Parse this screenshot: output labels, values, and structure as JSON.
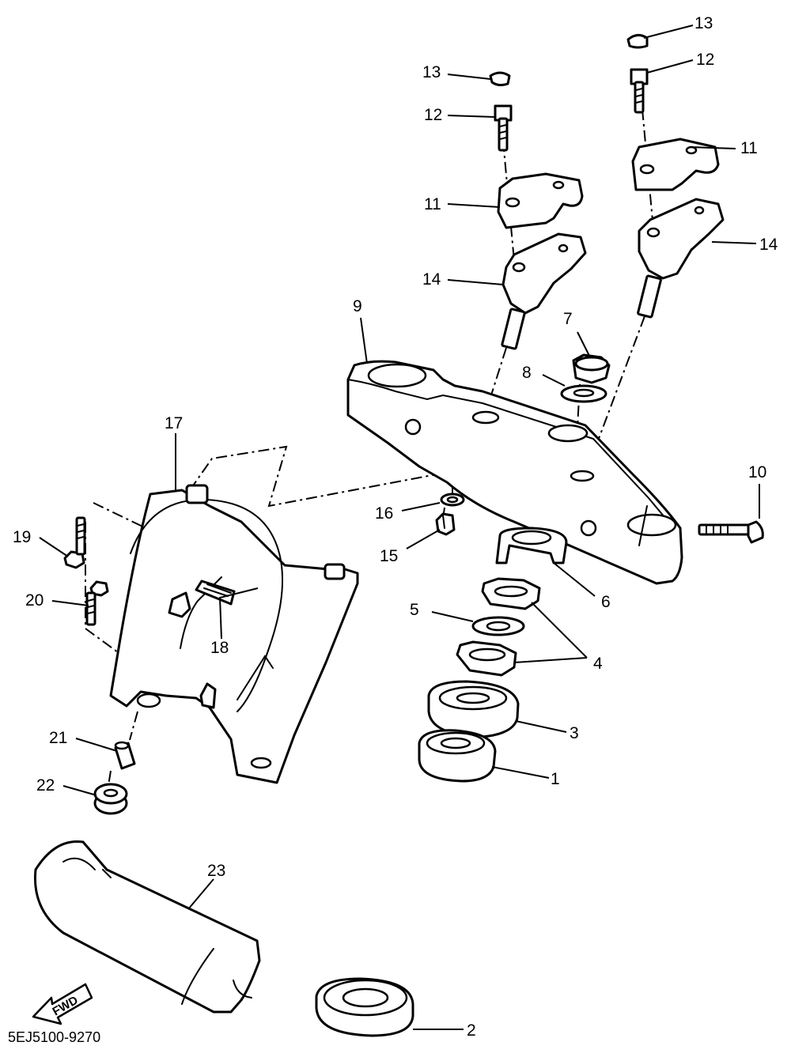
{
  "diagram": {
    "code": "5EJ5100-9270",
    "fwd_label": "FWD",
    "callouts": [
      {
        "id": "c1",
        "label": "1"
      },
      {
        "id": "c2",
        "label": "2"
      },
      {
        "id": "c3",
        "label": "3"
      },
      {
        "id": "c4",
        "label": "4"
      },
      {
        "id": "c5",
        "label": "5"
      },
      {
        "id": "c6",
        "label": "6"
      },
      {
        "id": "c7",
        "label": "7"
      },
      {
        "id": "c8",
        "label": "8"
      },
      {
        "id": "c9",
        "label": "9"
      },
      {
        "id": "c10",
        "label": "10"
      },
      {
        "id": "c11a",
        "label": "11"
      },
      {
        "id": "c11b",
        "label": "11"
      },
      {
        "id": "c12a",
        "label": "12"
      },
      {
        "id": "c12b",
        "label": "12"
      },
      {
        "id": "c13a",
        "label": "13"
      },
      {
        "id": "c13b",
        "label": "13"
      },
      {
        "id": "c14a",
        "label": "14"
      },
      {
        "id": "c14b",
        "label": "14"
      },
      {
        "id": "c15",
        "label": "15"
      },
      {
        "id": "c16",
        "label": "16"
      },
      {
        "id": "c17",
        "label": "17"
      },
      {
        "id": "c18",
        "label": "18"
      },
      {
        "id": "c19",
        "label": "19"
      },
      {
        "id": "c20",
        "label": "20"
      },
      {
        "id": "c21",
        "label": "21"
      },
      {
        "id": "c22",
        "label": "22"
      },
      {
        "id": "c23",
        "label": "23"
      }
    ]
  }
}
